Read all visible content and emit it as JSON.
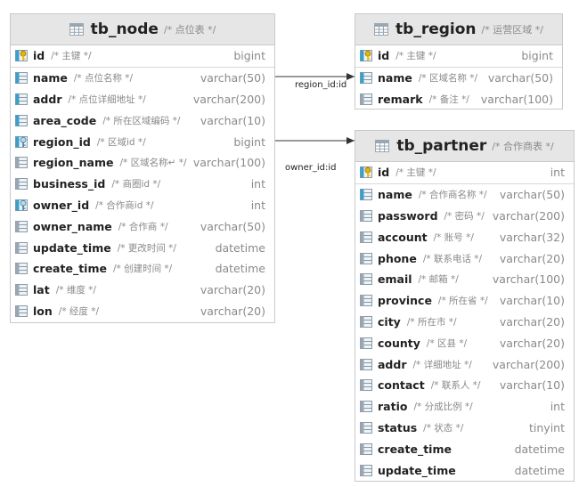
{
  "relations": [
    {
      "label": "region_id:id"
    },
    {
      "label": "owner_id:id"
    }
  ],
  "tables": {
    "node": {
      "name": "tb_node",
      "comment": "/* 点位表 */",
      "fields": [
        {
          "name": "id",
          "comment": "/* 主键 */",
          "type": "bigint",
          "kind": "pk"
        },
        {
          "name": "name",
          "comment": "/* 点位名称 */",
          "type": "varchar(50)",
          "kind": "col"
        },
        {
          "name": "addr",
          "comment": "/* 点位详细地址 */",
          "type": "varchar(200)",
          "kind": "col"
        },
        {
          "name": "area_code",
          "comment": "/* 所在区域编码 */",
          "type": "varchar(10)",
          "kind": "col"
        },
        {
          "name": "region_id",
          "comment": "/* 区域id */",
          "type": "bigint",
          "kind": "fk"
        },
        {
          "name": "region_name",
          "comment": "/* 区域名称↵ */",
          "type": "varchar(100)",
          "kind": "plain"
        },
        {
          "name": "business_id",
          "comment": "/* 商圈id */",
          "type": "int",
          "kind": "plain"
        },
        {
          "name": "owner_id",
          "comment": "/* 合作商id */",
          "type": "int",
          "kind": "fk"
        },
        {
          "name": "owner_name",
          "comment": "/* 合作商 */",
          "type": "varchar(50)",
          "kind": "plain"
        },
        {
          "name": "update_time",
          "comment": "/* 更改时间 */",
          "type": "datetime",
          "kind": "plain"
        },
        {
          "name": "create_time",
          "comment": "/* 创建时间 */",
          "type": "datetime",
          "kind": "plain"
        },
        {
          "name": "lat",
          "comment": "/* 维度 */",
          "type": "varchar(20)",
          "kind": "plain"
        },
        {
          "name": "lon",
          "comment": "/* 经度 */",
          "type": "varchar(20)",
          "kind": "plain"
        }
      ]
    },
    "region": {
      "name": "tb_region",
      "comment": "/* 运营区域 */",
      "fields": [
        {
          "name": "id",
          "comment": "/* 主键 */",
          "type": "bigint",
          "kind": "pk"
        },
        {
          "name": "name",
          "comment": "/* 区域名称 */",
          "type": "varchar(50)",
          "kind": "col"
        },
        {
          "name": "remark",
          "comment": "/* 备注 */",
          "type": "varchar(100)",
          "kind": "plain"
        }
      ]
    },
    "partner": {
      "name": "tb_partner",
      "comment": "/* 合作商表 */",
      "fields": [
        {
          "name": "id",
          "comment": "/* 主键 */",
          "type": "int",
          "kind": "pk"
        },
        {
          "name": "name",
          "comment": "/* 合作商名称 */",
          "type": "varchar(50)",
          "kind": "col"
        },
        {
          "name": "password",
          "comment": "/* 密码 */",
          "type": "varchar(200)",
          "kind": "plain"
        },
        {
          "name": "account",
          "comment": "/* 账号 */",
          "type": "varchar(32)",
          "kind": "plain"
        },
        {
          "name": "phone",
          "comment": "/* 联系电话 */",
          "type": "varchar(20)",
          "kind": "plain"
        },
        {
          "name": "email",
          "comment": "/* 邮箱 */",
          "type": "varchar(100)",
          "kind": "plain"
        },
        {
          "name": "province",
          "comment": "/* 所在省 */",
          "type": "varchar(10)",
          "kind": "plain"
        },
        {
          "name": "city",
          "comment": "/* 所在市 */",
          "type": "varchar(20)",
          "kind": "plain"
        },
        {
          "name": "county",
          "comment": "/* 区县 */",
          "type": "varchar(20)",
          "kind": "plain"
        },
        {
          "name": "addr",
          "comment": "/* 详细地址 */",
          "type": "varchar(200)",
          "kind": "plain"
        },
        {
          "name": "contact",
          "comment": "/* 联系人 */",
          "type": "varchar(10)",
          "kind": "plain"
        },
        {
          "name": "ratio",
          "comment": "/* 分成比例 */",
          "type": "int",
          "kind": "plain"
        },
        {
          "name": "status",
          "comment": "/* 状态 */",
          "type": "tinyint",
          "kind": "plain"
        },
        {
          "name": "create_time",
          "comment": "",
          "type": "datetime",
          "kind": "plain"
        },
        {
          "name": "update_time",
          "comment": "",
          "type": "datetime",
          "kind": "plain"
        }
      ]
    }
  }
}
